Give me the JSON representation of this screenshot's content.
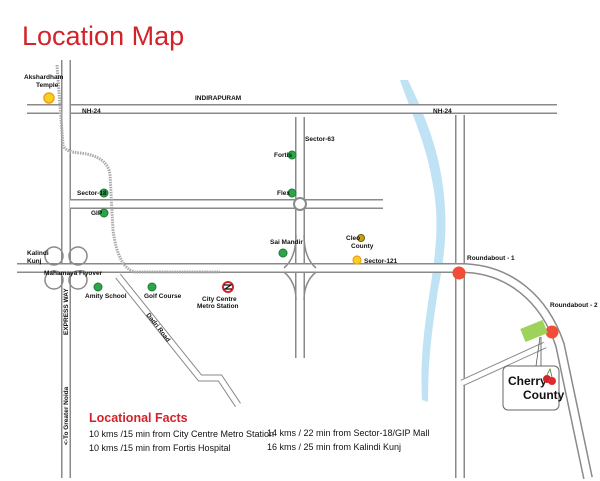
{
  "title": "Location Map",
  "colors": {
    "accent": "#d2232a",
    "river": "#bfe3f5",
    "poi": "#2ca54a",
    "roundabout": "#f04e37",
    "plot": "#9dd35a"
  },
  "labels": {
    "indirapuram": "INDIRAPURAM",
    "nh24": "NH-24",
    "nh24_east": "NH-24",
    "akshardham_1": "Akshardham",
    "akshardham_2": "Temple",
    "sector63": "Sector-63",
    "fortis": "Fortis",
    "flex": "Flex",
    "sector18": "Sector-18",
    "gip": "GIP",
    "sai_mandir": "Sai Mandir",
    "cleo_1": "Cleo",
    "cleo_2": "County",
    "sector121": "Sector-121",
    "kalindi_1": "Kalindi",
    "kalindi_2": "Kunj",
    "mahamaya": "Mahamaya Flyover",
    "amity": "Amity School",
    "golf": "Golf Course",
    "metro_1": "City Centre",
    "metro_2": "Metro Station",
    "dadri": "Dadri Road",
    "expressway": "EXPRESS WAY",
    "greater_noida": "<-To Greater Noida",
    "roundabout1": "Roundabout - 1",
    "roundabout2": "Roundabout - 2",
    "logo_1": "Cherry",
    "logo_2": "County"
  },
  "facts": {
    "heading": "Locational Facts",
    "items": [
      "10 kms /15 min from City Centre Metro Station",
      "10 kms /15 min from Fortis Hospital",
      "14 kms / 22 min from Sector-18/GIP Mall",
      "16 kms / 25 min from Kalindi Kunj"
    ]
  }
}
